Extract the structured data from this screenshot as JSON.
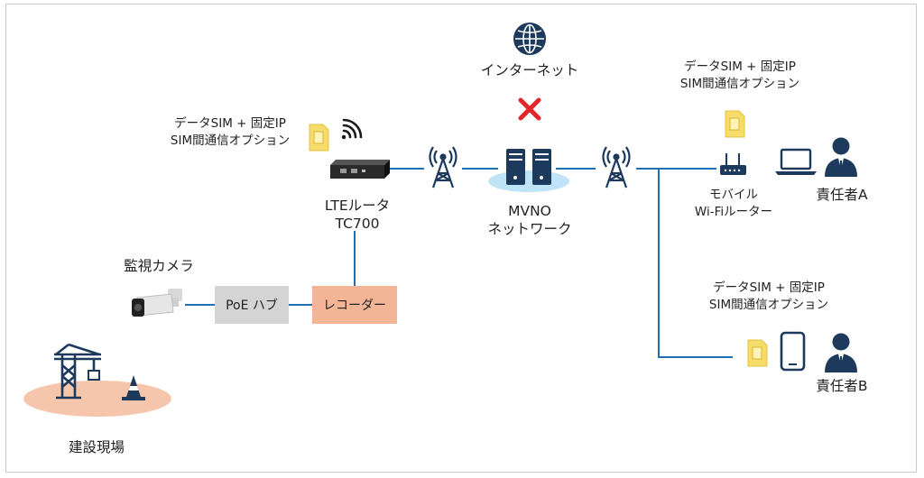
{
  "internet": {
    "label": "インターネット",
    "icon": "globe-icon",
    "blocked_icon": "red-x-icon"
  },
  "sim_option_top": {
    "line1": "データSIM + 固定IP",
    "line2": "SIM間通信オプション"
  },
  "sim_option_a": {
    "line1": "データSIM + 固定IP",
    "line2": "SIM間通信オプション"
  },
  "sim_option_b": {
    "line1": "データSIM + 固定IP",
    "line2": "SIM間通信オプション"
  },
  "lte_router": {
    "line1": "LTEルータ",
    "line2": "TC700"
  },
  "mvno": {
    "line1": "MVNO",
    "line2": "ネットワーク"
  },
  "mobile_router": {
    "line1": "モバイル",
    "line2": "Wi-Fiルーター"
  },
  "person_a": {
    "label": "責任者A"
  },
  "person_b": {
    "label": "責任者B"
  },
  "camera": {
    "label": "監視カメラ"
  },
  "poe_hub": {
    "label": "PoE ハブ"
  },
  "recorder": {
    "label": "レコーダー"
  },
  "site": {
    "label": "建設現場"
  },
  "colors": {
    "line": "#1f6fb5",
    "icon_dark": "#1d3a5c",
    "sim": "#f6dd6b",
    "recorder_fill": "#f3b595",
    "hub_fill": "#d4d4d4",
    "site_ellipse": "#f6c6ac",
    "cloud_ellipse": "#bfe3f7",
    "blocked": "#e3262a"
  }
}
